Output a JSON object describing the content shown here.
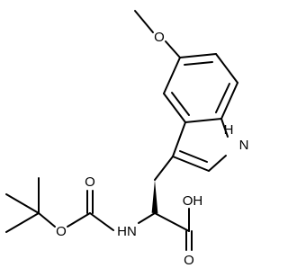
{
  "molecule": {
    "atom_labels": {
      "methoxy_oxygen": "O",
      "indole_nh": "H",
      "indole_n": "N",
      "carbamate_ester_oxygen": "O",
      "carbamate_carbonyl_oxygen": "O",
      "amide_nh": "HN",
      "acid_oh": "OH",
      "acid_carbonyl_oxygen": "O"
    },
    "colors": {
      "bonds": "#000000",
      "labels": "#000000",
      "background": "#ffffff"
    }
  }
}
